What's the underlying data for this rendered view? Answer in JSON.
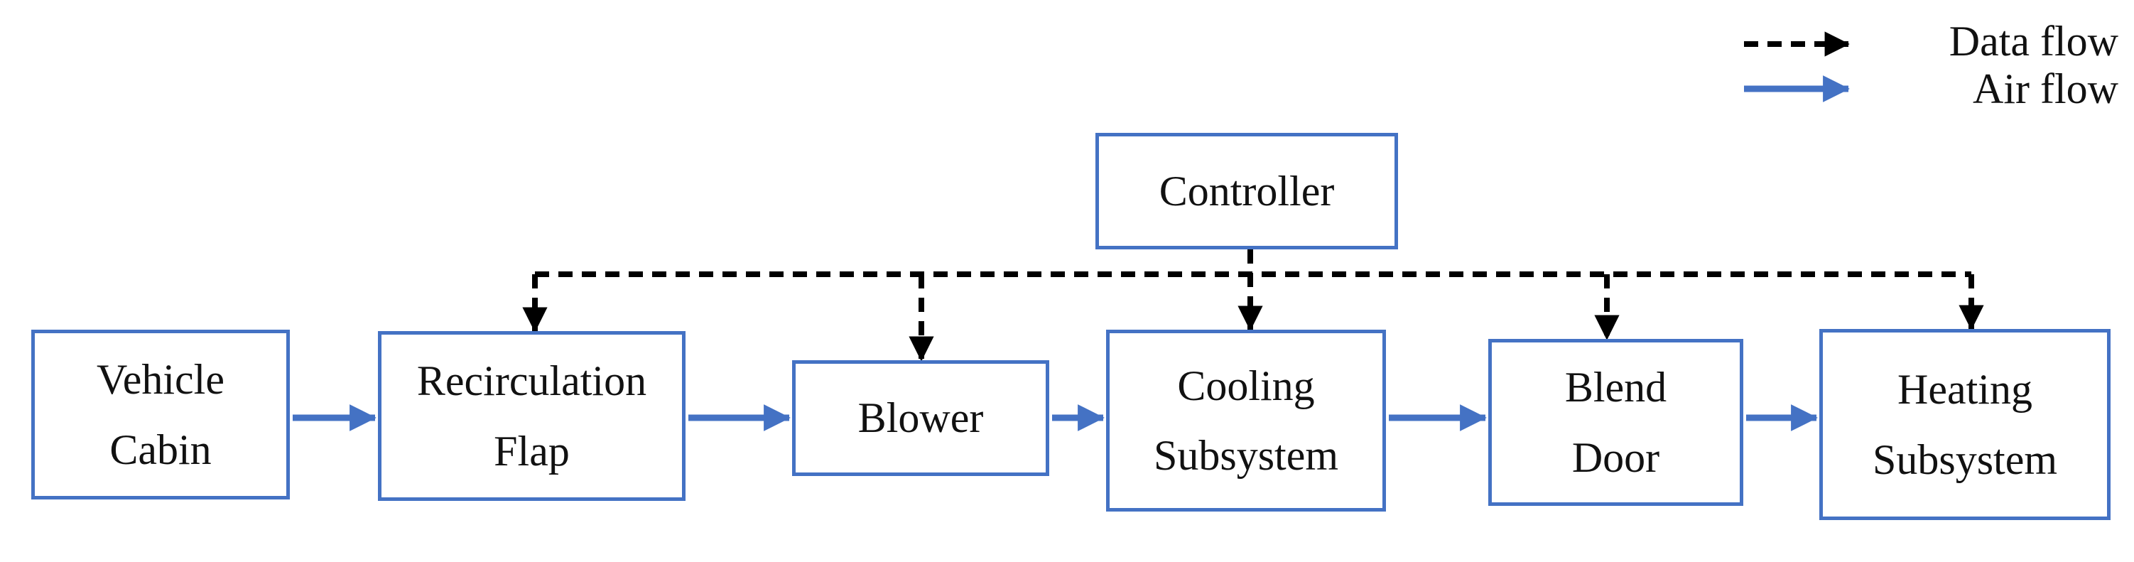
{
  "figure": {
    "type": "block-diagram",
    "background": "#ffffff",
    "colors": {
      "node_border": "#4472C4",
      "air_flow_arrow": "#4472C4",
      "data_flow_arrow": "#000000",
      "text": "#111111"
    },
    "nodes": {
      "controller": {
        "lines": [
          "Controller"
        ]
      },
      "vehicle_cabin": {
        "lines": [
          "Vehicle",
          "Cabin"
        ]
      },
      "recirculation_flap": {
        "lines": [
          "Recirculation",
          "Flap"
        ]
      },
      "blower": {
        "lines": [
          "Blower"
        ]
      },
      "cooling_subsystem": {
        "lines": [
          "Cooling",
          "Subsystem"
        ]
      },
      "blend_door": {
        "lines": [
          "Blend",
          "Door"
        ]
      },
      "heating_subsystem": {
        "lines": [
          "Heating",
          "Subsystem"
        ]
      }
    },
    "edges": {
      "air_flow": [
        {
          "from": "Vehicle Cabin",
          "to": "Recirculation Flap"
        },
        {
          "from": "Recirculation Flap",
          "to": "Blower"
        },
        {
          "from": "Blower",
          "to": "Cooling Subsystem"
        },
        {
          "from": "Cooling Subsystem",
          "to": "Blend Door"
        },
        {
          "from": "Blend Door",
          "to": "Heating Subsystem"
        }
      ],
      "data_flow": [
        {
          "from": "Controller",
          "to": "Recirculation Flap"
        },
        {
          "from": "Controller",
          "to": "Blower"
        },
        {
          "from": "Controller",
          "to": "Cooling Subsystem"
        },
        {
          "from": "Controller",
          "to": "Blend Door"
        },
        {
          "from": "Controller",
          "to": "Heating Subsystem"
        }
      ]
    },
    "legend": {
      "items": [
        {
          "label": "Data flow",
          "style": "dashed-black-arrow"
        },
        {
          "label": "Air flow",
          "style": "solid-blue-arrow"
        }
      ]
    }
  }
}
